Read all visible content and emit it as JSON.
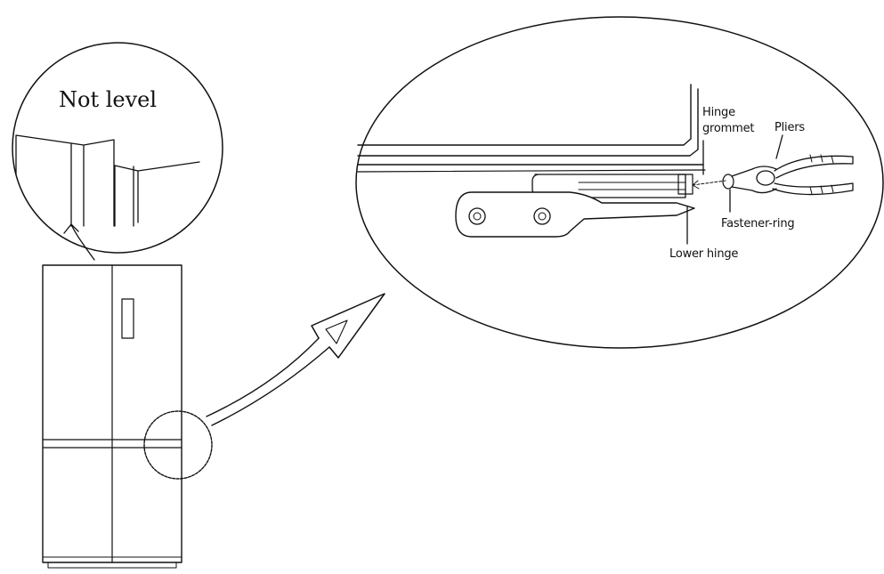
{
  "inset_left": {
    "title": "Not level"
  },
  "inset_right": {
    "labels": {
      "hinge_grommet_line1": "Hinge",
      "hinge_grommet_line2": "grommet",
      "pliers": "Pliers",
      "fastener_ring": "Fastener-ring",
      "lower_hinge": "Lower hinge"
    }
  },
  "colors": {
    "ink": "#111111",
    "background": "#ffffff",
    "light_fill": "#f4f4f4"
  }
}
